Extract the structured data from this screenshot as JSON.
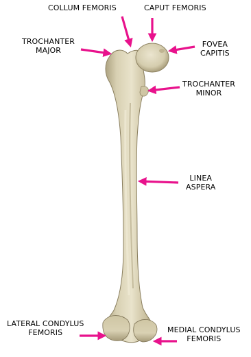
{
  "labels": {
    "collum_femoris": "COLLUM FEMORIS",
    "caput_femoris": "CAPUT FEMORIS",
    "trochanter_major": [
      "TROCHANTER",
      "MAJOR"
    ],
    "fovea_capitis": [
      "FOVEA",
      "CAPITIS"
    ],
    "trochanter_minor": [
      "TROCHANTER",
      "MINOR"
    ],
    "linea_aspera": [
      "LINEA",
      "ASPERA"
    ],
    "lateral_condylus": [
      "LATERAL CONDYLUS",
      "FEMORIS"
    ],
    "medial_condylus": [
      "MEDIAL CONDYLUS",
      "FEMORIS"
    ]
  },
  "colors": {
    "arrow": "#e8128c",
    "bone_light": "#e3dcc2",
    "bone_mid": "#cfc6a4",
    "bone_dark": "#9e9270",
    "background": "#ffffff",
    "text": "#000000"
  }
}
